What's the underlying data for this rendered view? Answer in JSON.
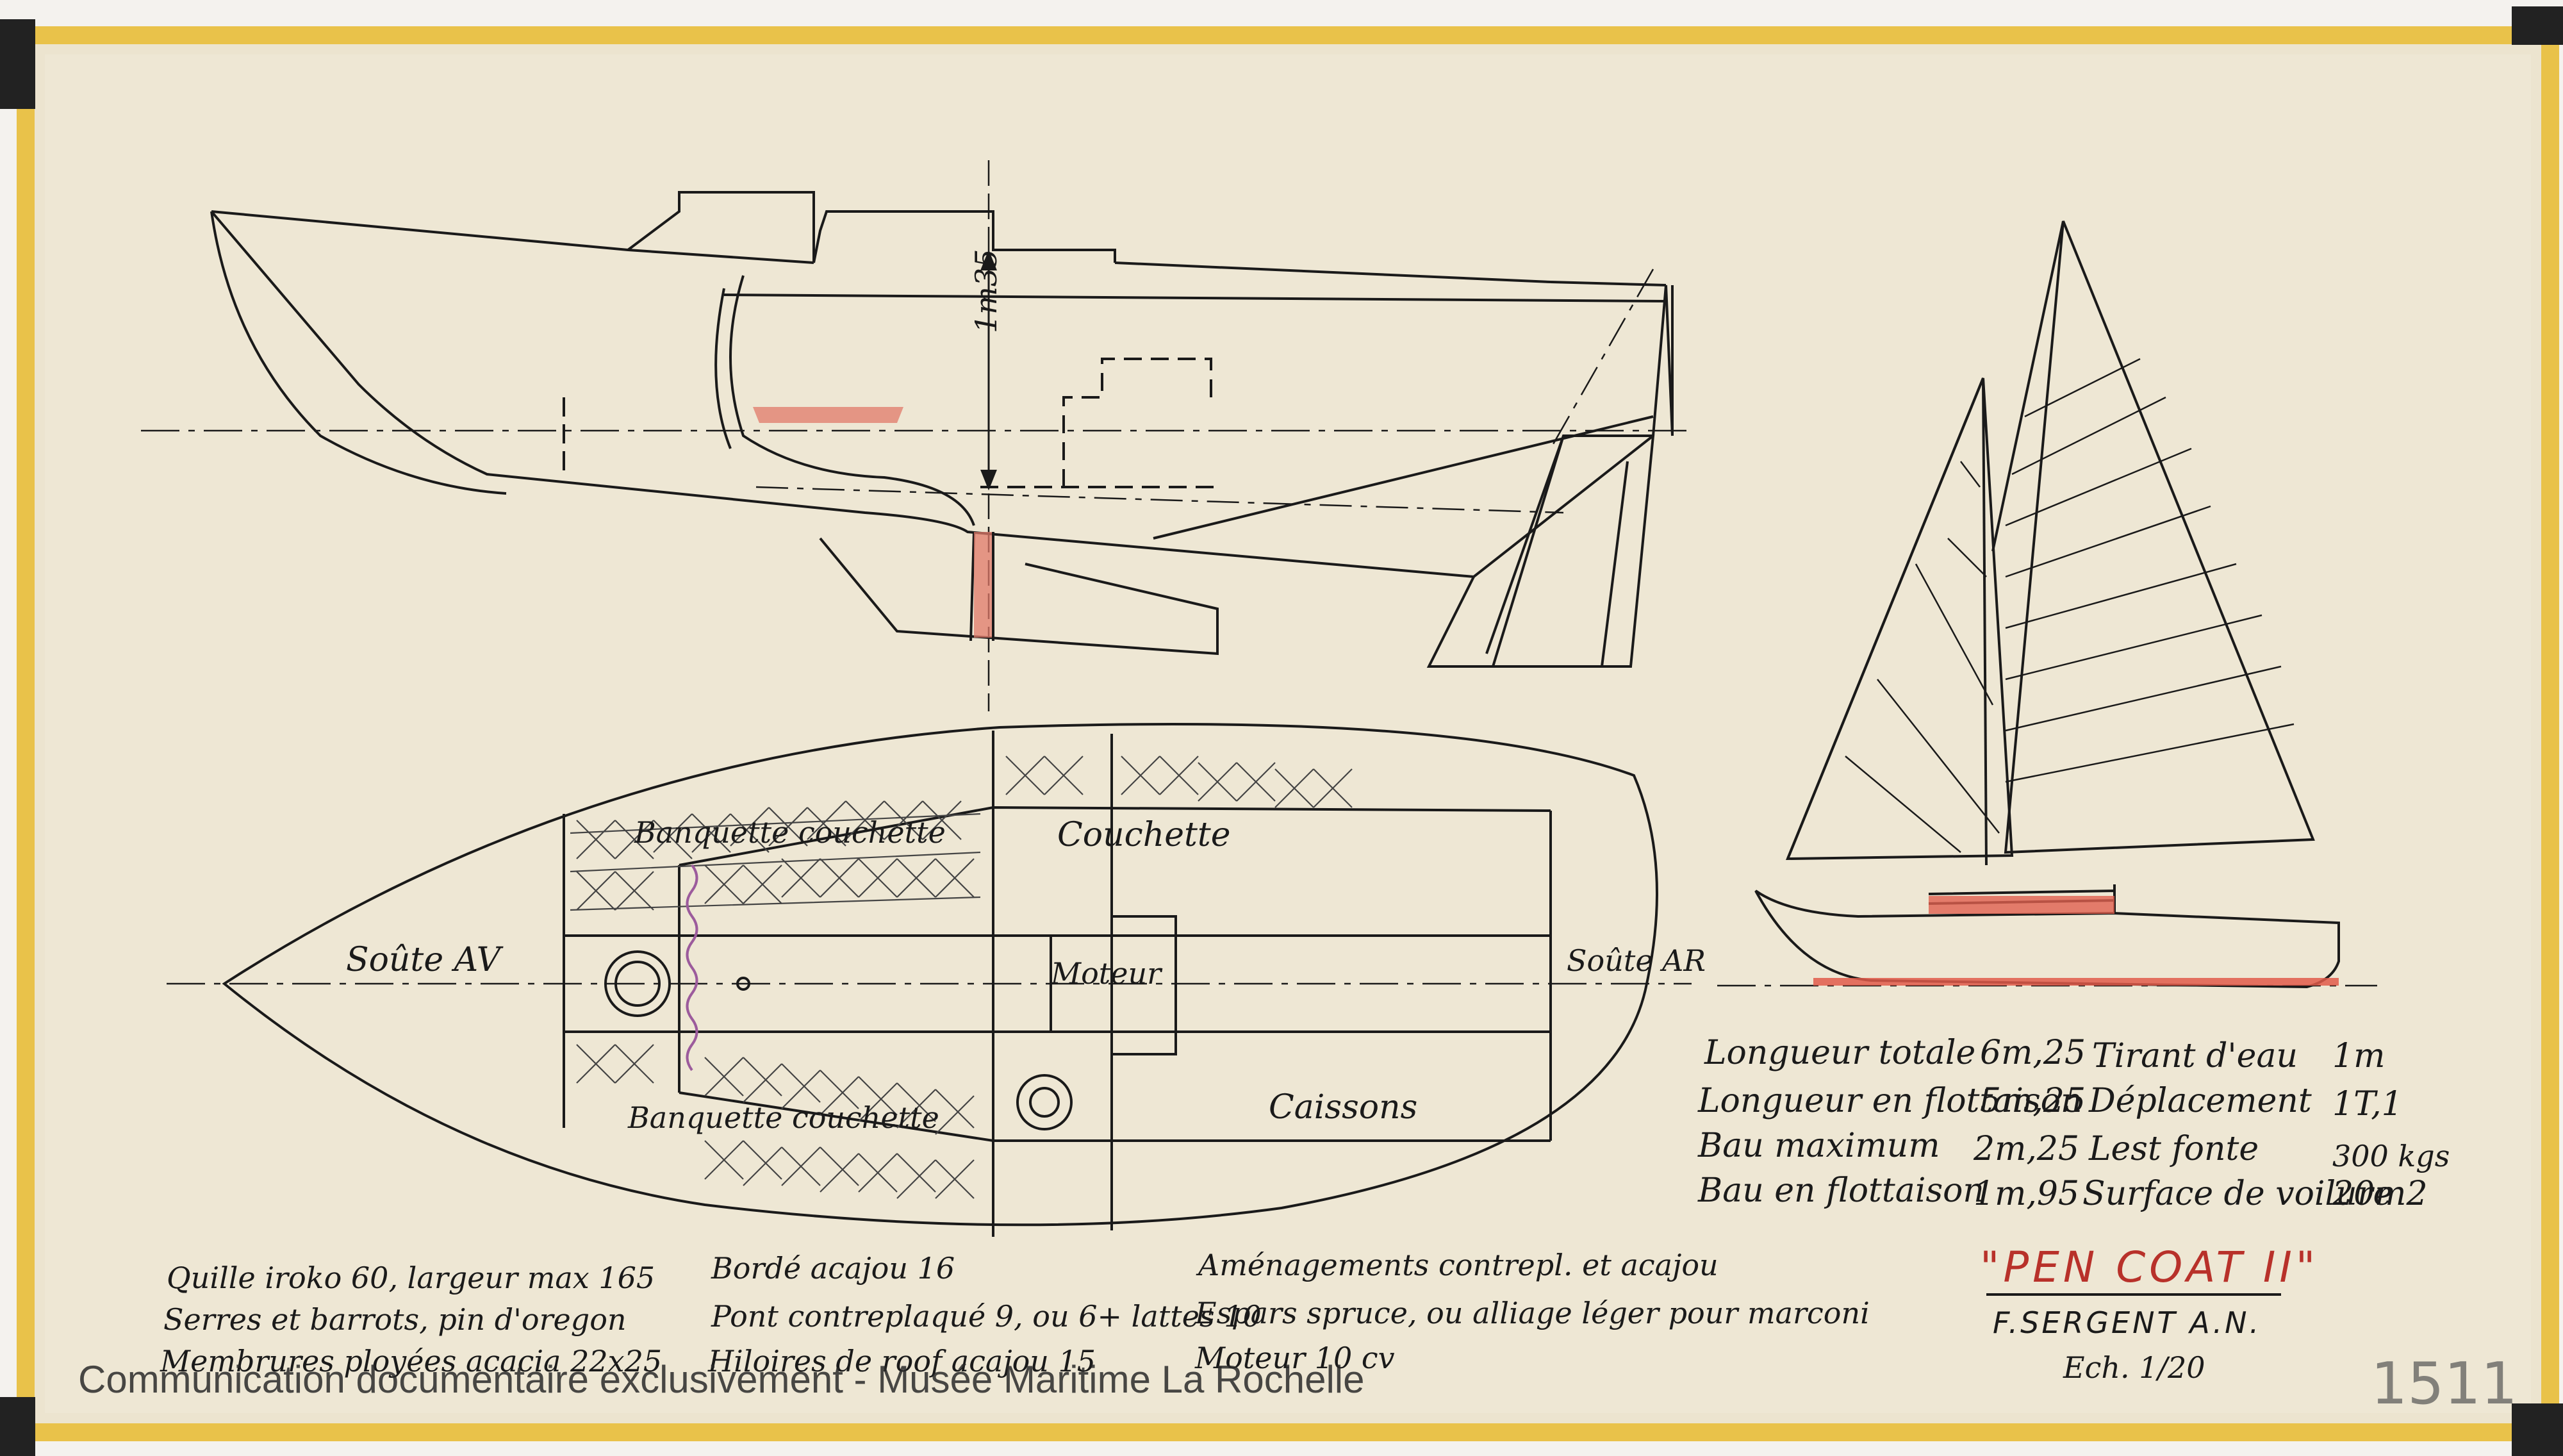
{
  "caption": "Communication documentaire exclusivement - Musée Maritime La Rochelle",
  "plan": {
    "dimension_label": "1m35",
    "labels": {
      "soute_av": "Soûte AV",
      "soute_ar": "Soûte AR",
      "banquette_top": "Banquette couchette",
      "banquette_bottom": "Banquette couchette",
      "couchette": "Couchette",
      "moteur": "Moteur",
      "caissons": "Caissons"
    }
  },
  "specs": {
    "left": [
      {
        "label": "Longueur totale",
        "value": "6m,25"
      },
      {
        "label": "Longueur en flottaison",
        "value": "5m,25"
      },
      {
        "label": "Bau maximum",
        "value": "2m,25"
      },
      {
        "label": "Bau en flottaison",
        "value": "1m,95"
      }
    ],
    "right": [
      {
        "label": "Tirant d'eau",
        "value": "1m"
      },
      {
        "label": "Déplacement",
        "value": "1T,1"
      },
      {
        "label": "Lest fonte",
        "value": "300 kgs"
      },
      {
        "label": "Surface de voilure",
        "value": "20m2"
      }
    ]
  },
  "boat_name": "\"PEN COAT II\"",
  "designer": "F.SERGENT A.N.",
  "scale": "Ech. 1/20",
  "notes": [
    "Quille iroko 60, largeur max 165",
    "Serres et barrots, pin d'oregon",
    "Membrures ployées acacia 22x25",
    "Bordé acajou 16",
    "Pont contreplaqué 9, ou 6+ lattes 10",
    "Hiloires de roof acajou 15",
    "Aménagements contrepl. et acajou",
    "Espars spruce, ou alliage léger pour marconi",
    "Moteur 10 cv"
  ],
  "drawing_number": "1511",
  "colors": {
    "paper": "#ece4cf",
    "tape": "#e9c24a",
    "ink": "#1a1a1a",
    "red_accent": "#e05a4a"
  }
}
